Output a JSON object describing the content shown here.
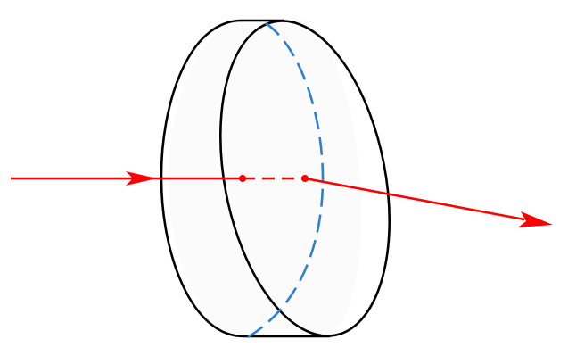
{
  "diagram": {
    "kind": "light-ray-through-disk",
    "colors": {
      "background": "#ffffff",
      "outline": "#000000",
      "hidden_edge": "#2f7fd1",
      "ray": "#ff0000",
      "disk_shade": "#f3f3f3"
    },
    "elements": {
      "incident_ray": {
        "direction": "right",
        "arrowhead": "filled"
      },
      "internal_ray": {
        "style": "dashed",
        "entry_point": "dot",
        "exit_point": "dot"
      },
      "exit_ray": {
        "direction": "right-down",
        "arrowhead": "filled"
      },
      "hidden_back_edge": {
        "style": "dashed"
      }
    }
  }
}
